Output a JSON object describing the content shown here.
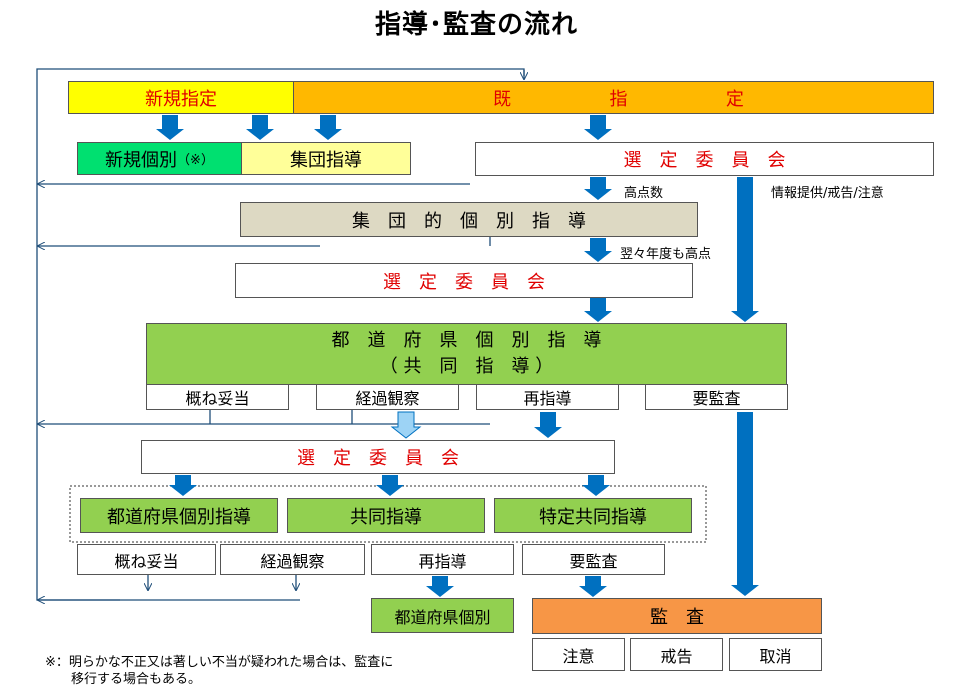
{
  "title": "指導･監査の流れ",
  "top_row": {
    "new_designation": "新規指定",
    "existing": [
      "既",
      "指",
      "定"
    ]
  },
  "row2": {
    "new_individual": "新規個別",
    "new_individual_mark": "（※）",
    "group_guidance": "集団指導",
    "selection_committee": "選　定　委　員　会"
  },
  "labels": {
    "high_score": "高点数",
    "info_provision": "情報提供/戒告/注意",
    "next_year_high": "翌々年度も高点"
  },
  "group_individual": "集　団　的　個　別　指　導",
  "selection_committee_2": "選　定　委　員　会",
  "prefectural": {
    "line1": "都　道　府　県　個　別　指　導",
    "line2": "（ 共　同　指　導 ）"
  },
  "results_1": [
    "概ね妥当",
    "経過観察",
    "再指導",
    "要監査"
  ],
  "selection_committee_3": "選　定　委　員　会",
  "guidance_types": [
    "都道府県個別指導",
    "共同指導",
    "特定共同指導"
  ],
  "results_2": [
    "概ね妥当",
    "経過観察",
    "再指導",
    "要監査"
  ],
  "prefectural_individual": "都道府県個別",
  "audit": {
    "label": "監　査",
    "outcomes": [
      "注意",
      "戒告",
      "取消"
    ]
  },
  "footnote": {
    "line1": "※：明らかな不正又は著しい不当が疑われた場合は、監査に",
    "line2": "　　移行する場合もある。"
  },
  "colors": {
    "yellow": "#ffff00",
    "orange_top": "#ffb800",
    "green_bright": "#00e070",
    "yellow_light": "#ffff99",
    "tan": "#ddd9c3",
    "green": "#92d050",
    "orange": "#f79646",
    "arrow_blue": "#0070c0",
    "arrow_light": "#9dd3f5"
  }
}
